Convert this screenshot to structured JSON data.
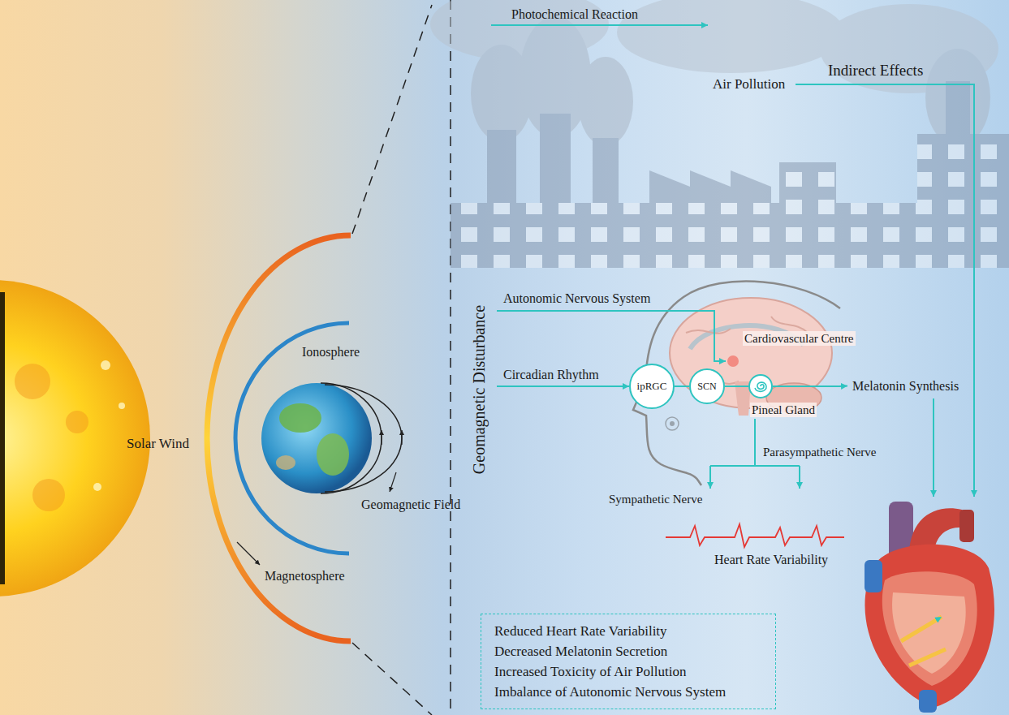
{
  "diagram": {
    "nodes": [
      {
        "text": [
          "Circadian Rhythm"
        ]
      },
      {
        "text": [
          "ipRGC"
        ]
      },
      {
        "text": [
          "SCN"
        ]
      },
      {
        "text": [
          "Pineal Gland"
        ]
      },
      {
        "text": [
          "Melatonin Synthesis"
        ]
      },
      {
        "text": [
          "Reduced Heart Rate Variability",
          "Decreased Melatonin Secretion",
          "Increased Toxicity of Air Pollution",
          "Imbalance of Autonomic Nervous System"
        ]
      }
    ],
    "edges": [
      {
        "from": 0,
        "to": 1,
        "arrow": "to"
      },
      {
        "from": 1,
        "to": 2,
        "arrow": "none"
      },
      {
        "from": 2,
        "to": 3,
        "arrow": "none"
      },
      {
        "from": 3,
        "to": 4,
        "arrow": "to"
      }
    ],
    "labels": [
      "Solar Wind",
      "Ionosphere",
      "Geomagnetic Field",
      "Magnetosphere",
      "Photochemical Reaction",
      "Air Pollution",
      "Indirect Effects",
      "Geomagnetic Disturbance",
      "Autonomic Nervous System",
      "Cardiovascular Centre",
      "Parasympathetic Nerve",
      "Sympathetic Nerve",
      "Heart Rate Variability"
    ]
  }
}
